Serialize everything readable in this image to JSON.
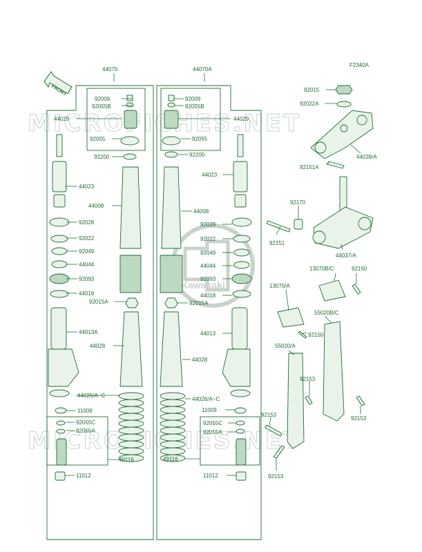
{
  "diagram_code": "F2340A",
  "front_label": "FRONT",
  "watermark": {
    "text": "MICROFICHES.NET",
    "logo_text": "Kawasaki"
  },
  "colors": {
    "line": "#1d6b34",
    "fill": "#e9f3ea",
    "watermark": "#c9d3cb"
  },
  "left_fork": {
    "assembly": "44070",
    "parts": [
      "92009",
      "92055B",
      "44029",
      "92055",
      "92200",
      "44023",
      "44008",
      "92028",
      "92022",
      "92049",
      "44044",
      "92093",
      "44018",
      "92015A",
      "44013A",
      "44028",
      "44026/A~C",
      "11009",
      "92055C",
      "92055A",
      "49116",
      "11012"
    ]
  },
  "right_fork": {
    "assembly": "44070A",
    "parts": [
      "92009",
      "92055B",
      "44029",
      "92055",
      "92200",
      "44023",
      "44008",
      "92028",
      "92022",
      "92049",
      "44044",
      "92093",
      "44018",
      "92015A",
      "44013",
      "44028",
      "44026/A~C",
      "11009",
      "92055C",
      "92055A",
      "49116",
      "11012"
    ]
  },
  "steering": {
    "parts": [
      "92015",
      "92022A",
      "44039/A",
      "92151A",
      "92170",
      "92151",
      "44037/A",
      "13070B/C",
      "92150",
      "13070/A",
      "92150",
      "55020B/C",
      "55020/A",
      "92153",
      "92153",
      "92153",
      "92153"
    ]
  }
}
